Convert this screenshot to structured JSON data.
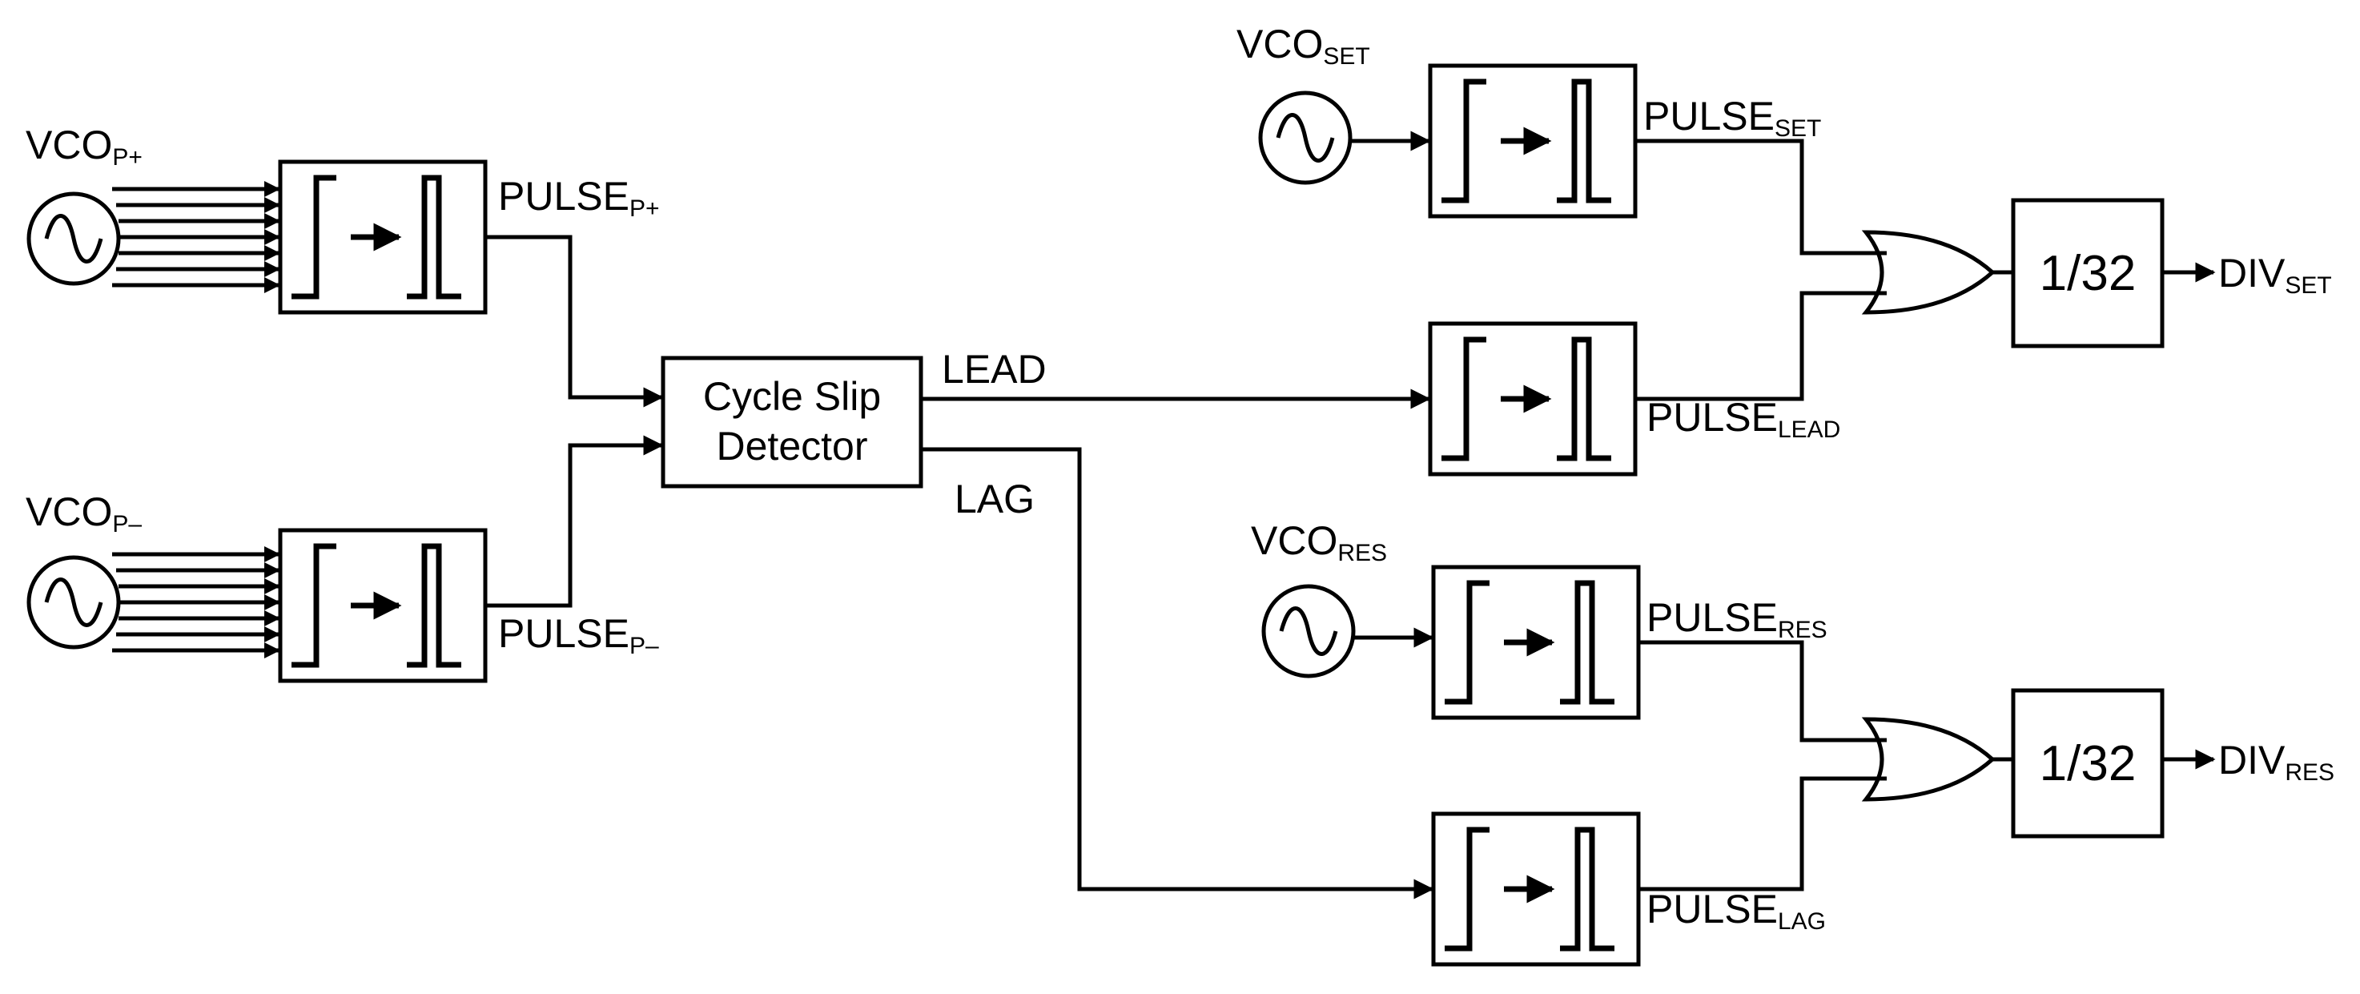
{
  "vco": {
    "p_plus": {
      "base": "VCO",
      "sub": "P+"
    },
    "p_minus": {
      "base": "VCO",
      "sub": "P–"
    },
    "set": {
      "base": "VCO",
      "sub": "SET"
    },
    "res": {
      "base": "VCO",
      "sub": "RES"
    }
  },
  "pulses": {
    "p_plus": {
      "base": "PULSE",
      "sub": "P+"
    },
    "p_minus": {
      "base": "PULSE",
      "sub": "P–"
    },
    "set": {
      "base": "PULSE",
      "sub": "SET"
    },
    "lead": {
      "base": "PULSE",
      "sub": "LEAD"
    },
    "res": {
      "base": "PULSE",
      "sub": "RES"
    },
    "lag": {
      "base": "PULSE",
      "sub": "LAG"
    }
  },
  "detector": {
    "line1": "Cycle Slip",
    "line2": "Detector"
  },
  "signals": {
    "lead": "LEAD",
    "lag": "LAG"
  },
  "dividers": {
    "set": "1/32",
    "res": "1/32"
  },
  "outputs": {
    "set": {
      "base": "DIV",
      "sub": "SET"
    },
    "res": {
      "base": "DIV",
      "sub": "RES"
    }
  }
}
